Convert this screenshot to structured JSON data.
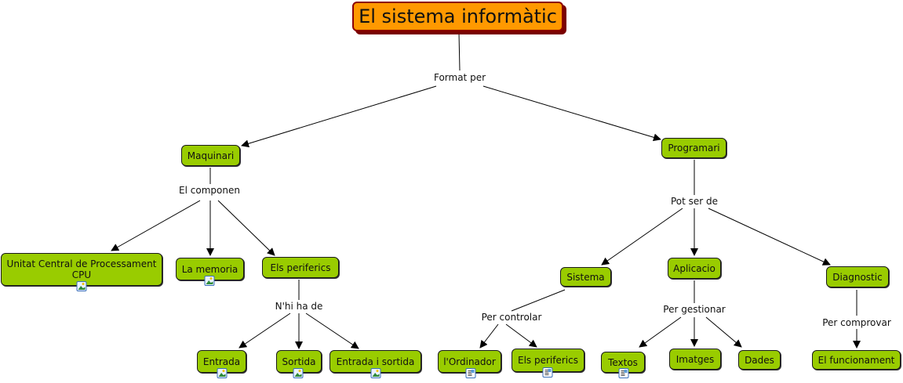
{
  "title": "El sistema informàtic",
  "colors": {
    "root_fill": "#ff9900",
    "root_border": "#8b0000",
    "concept_fill": "#99cc00"
  },
  "phrases": {
    "format_per": "Format per",
    "el_componen": "El componen",
    "nhi_ha_de": "N'hi ha de",
    "pot_ser_de": "Pot ser de",
    "per_controlar": "Per controlar",
    "per_gestionar": "Per gestionar",
    "per_comprovar": "Per comprovar"
  },
  "concepts": {
    "maquinari": "Maquinari",
    "programari": "Programari",
    "cpu_line1": "Unitat Central de Processament",
    "cpu_line2": "CPU",
    "memoria": "La memoria",
    "periferics": "Els periferics",
    "entrada": "Entrada",
    "sortida": "Sortida",
    "entrada_sortida": "Entrada i sortida",
    "sistema": "Sistema",
    "aplicacio": "Aplicacio",
    "diagnostic": "Diagnostic",
    "ordinador": "l'Ordinador",
    "periferics2": "Els periferics",
    "textos": "Textos",
    "imatges": "Imatges",
    "dades": "Dades",
    "funcionament": "El funcionament"
  },
  "icons": {
    "image": "image-resource-icon",
    "document": "document-resource-icon"
  }
}
